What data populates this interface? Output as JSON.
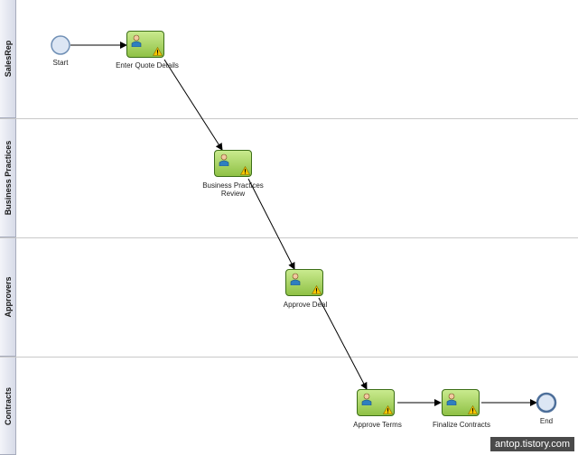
{
  "lanes": [
    {
      "label": "SalesRep"
    },
    {
      "label": "Business Practices"
    },
    {
      "label": "Approvers"
    },
    {
      "label": "Contracts"
    }
  ],
  "events": {
    "start": {
      "label": "Start"
    },
    "end": {
      "label": "End"
    }
  },
  "tasks": {
    "enter_quote": {
      "label": "Enter Quote Details"
    },
    "bp_review": {
      "label_line1": "Business Practices",
      "label_line2": "Review"
    },
    "approve_deal": {
      "label": "Approve Deal"
    },
    "approve_terms": {
      "label": "Approve Terms"
    },
    "finalize": {
      "label": "Finalize Contracts"
    }
  },
  "watermark": "antop.tistory.com",
  "colors": {
    "task_fill": "#a8d66a",
    "task_border": "#3c6e17",
    "event_fill": "#dce6f4",
    "event_border": "#6f8fb5",
    "connector": "#000000"
  },
  "icons": {
    "task_user": "user-icon",
    "task_warning": "warning-icon"
  }
}
